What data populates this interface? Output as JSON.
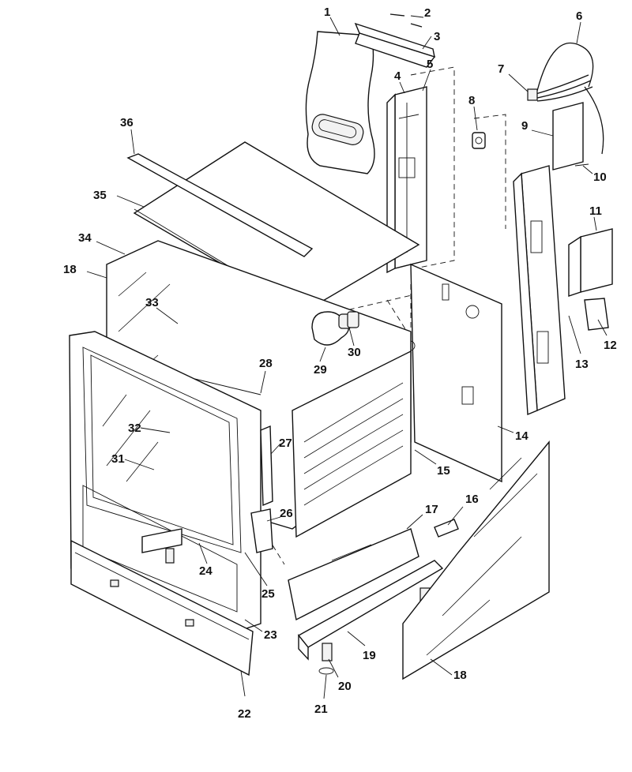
{
  "callouts": [
    {
      "id": "c1",
      "label": "1"
    },
    {
      "id": "c2",
      "label": "2"
    },
    {
      "id": "c3",
      "label": "3"
    },
    {
      "id": "c4",
      "label": "4"
    },
    {
      "id": "c5",
      "label": "5"
    },
    {
      "id": "c6",
      "label": "6"
    },
    {
      "id": "c7",
      "label": "7"
    },
    {
      "id": "c8",
      "label": "8"
    },
    {
      "id": "c9",
      "label": "9"
    },
    {
      "id": "c10",
      "label": "10"
    },
    {
      "id": "c11",
      "label": "11"
    },
    {
      "id": "c12",
      "label": "12"
    },
    {
      "id": "c13",
      "label": "13"
    },
    {
      "id": "c14",
      "label": "14"
    },
    {
      "id": "c15",
      "label": "15"
    },
    {
      "id": "c16",
      "label": "16"
    },
    {
      "id": "c17",
      "label": "17"
    },
    {
      "id": "c18a",
      "label": "18"
    },
    {
      "id": "c18b",
      "label": "18"
    },
    {
      "id": "c19",
      "label": "19"
    },
    {
      "id": "c20",
      "label": "20"
    },
    {
      "id": "c21",
      "label": "21"
    },
    {
      "id": "c22",
      "label": "22"
    },
    {
      "id": "c23",
      "label": "23"
    },
    {
      "id": "c24",
      "label": "24"
    },
    {
      "id": "c25",
      "label": "25"
    },
    {
      "id": "c26",
      "label": "26"
    },
    {
      "id": "c27",
      "label": "27"
    },
    {
      "id": "c28",
      "label": "28"
    },
    {
      "id": "c29",
      "label": "29"
    },
    {
      "id": "c30",
      "label": "30"
    },
    {
      "id": "c31",
      "label": "31"
    },
    {
      "id": "c32",
      "label": "32"
    },
    {
      "id": "c33",
      "label": "33"
    },
    {
      "id": "c34",
      "label": "34"
    },
    {
      "id": "c35",
      "label": "35"
    },
    {
      "id": "c36",
      "label": "36"
    }
  ]
}
